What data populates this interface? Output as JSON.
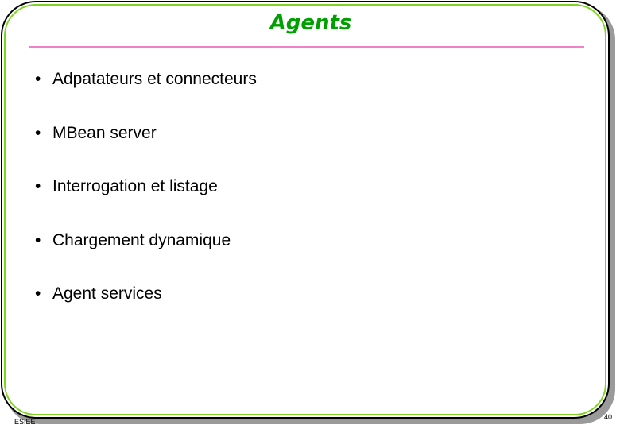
{
  "slide": {
    "title": "Agents",
    "bullets": [
      "Adpatateurs et connecteurs",
      "MBean server",
      "Interrogation et listage",
      "Chargement dynamique",
      "Agent services"
    ],
    "bullet_glyph": "•",
    "footer_left": "ESIEE",
    "page_number": "40"
  },
  "colors": {
    "title": "#00a000",
    "rule": "#ee82c8",
    "frame_inner": "#7ed321",
    "frame_outer": "#000000",
    "shadow": "#9a9a9a"
  }
}
